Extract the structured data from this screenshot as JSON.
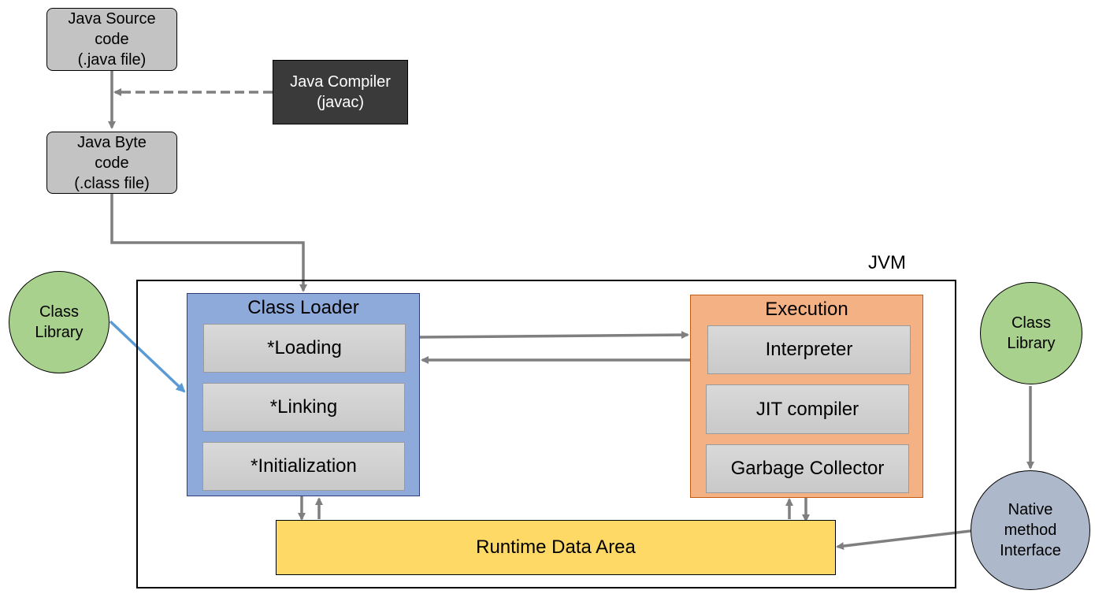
{
  "nodes": {
    "java_source": "Java Source\ncode\n(.java file)",
    "java_compiler": "Java Compiler\n(javac)",
    "java_byte": "Java Byte\ncode\n(.class file)",
    "class_library_left": "Class\nLibrary",
    "class_library_right": "Class\nLibrary",
    "native_interface": "Native\nmethod\nInterface"
  },
  "jvm": {
    "label": "JVM",
    "class_loader": {
      "title": "Class Loader",
      "steps": [
        "*Loading",
        "*Linking",
        "*Initialization"
      ]
    },
    "execution": {
      "title": "Execution",
      "steps": [
        "Interpreter",
        "JIT compiler",
        "Garbage Collector"
      ]
    },
    "runtime_data_area": "Runtime Data Area"
  },
  "colors": {
    "arrow": "#7f7f7f",
    "library_arrow": "#5b9bd5",
    "class_loader": "#8eaadb",
    "execution": "#f4b183",
    "runtime": "#ffd966",
    "class_library": "#a9d18e",
    "native": "#adb9ca",
    "compiler": "#3a3a3a",
    "file": "#c3c3c3"
  }
}
